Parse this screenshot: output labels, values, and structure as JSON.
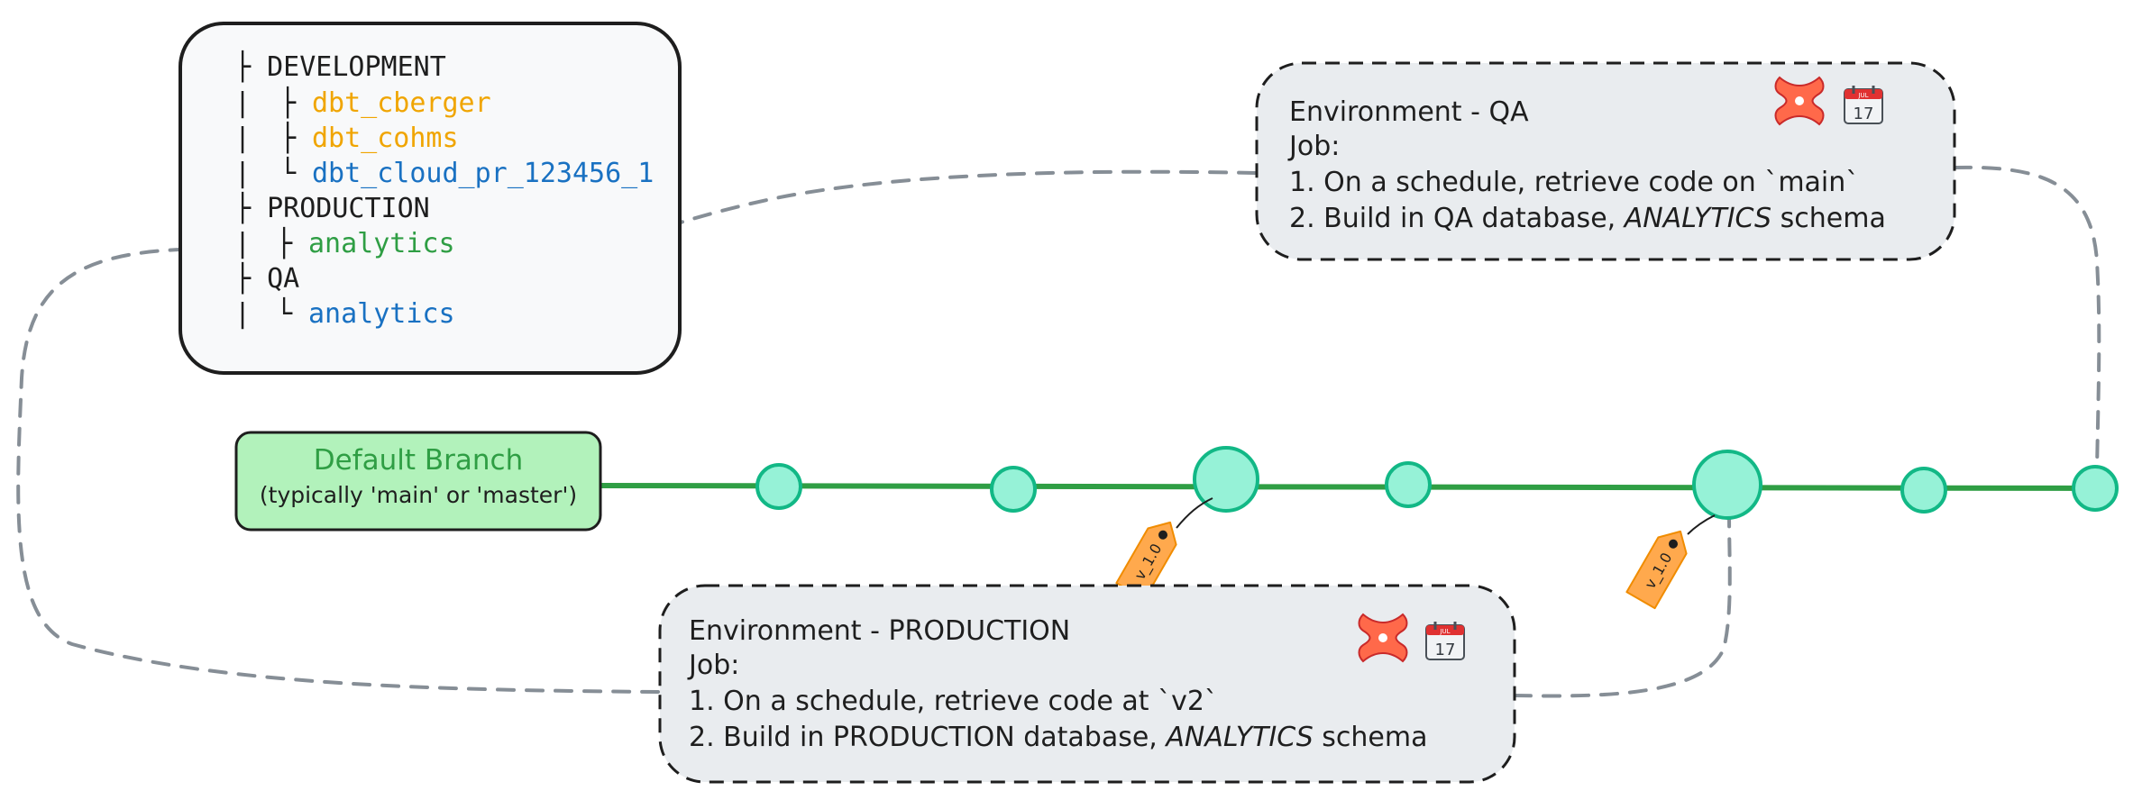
{
  "tree": {
    "development_label": "├ DEVELOPMENT",
    "dev_item_1": "dbt_cberger",
    "dev_item_2": "dbt_cohms",
    "dev_item_3": "dbt_cloud_pr_123456_1",
    "production_label": "├ PRODUCTION",
    "prod_item": "analytics",
    "qa_label": "├ QA",
    "qa_item": "analytics",
    "glyph_tee": "├",
    "glyph_corner": "└",
    "glyph_pipe": "|"
  },
  "branch": {
    "title": "Default Branch",
    "subtitle": "(typically 'main' or 'master')"
  },
  "env_qa": {
    "title": "Environment - QA",
    "job_label": "Job:",
    "step_1": "1. On a schedule, retrieve code on `main`",
    "step_2_prefix": "2. Build in QA database, ",
    "step_2_schema": "ANALYTICS",
    "step_2_suffix": " schema",
    "calendar_month": "JUL",
    "calendar_day": "17"
  },
  "env_prod": {
    "title": "Environment - PRODUCTION",
    "job_label": "Job:",
    "step_1": "1. On a schedule, retrieve code at `v2`",
    "step_2_prefix": "2. Build in PRODUCTION database, ",
    "step_2_schema": "ANALYTICS",
    "step_2_suffix": " schema",
    "calendar_month": "JUL",
    "calendar_day": "17"
  },
  "tags": {
    "tag_1": "v_1.0",
    "tag_2": "v_1.0"
  },
  "colors": {
    "dev_orange": "#f0a500",
    "blue": "#1971c2",
    "green": "#2f9e44",
    "commit_fill": "#96f2d7",
    "commit_stroke": "#12b886",
    "tag_fill": "#ffa94d",
    "dbt_orange": "#ff694a",
    "box_fill": "#e9ecef",
    "branch_fill": "#b2f2bb",
    "connector_gray": "#868e96"
  },
  "icons": {
    "dbt": "dbt-logo-icon",
    "calendar": "calendar-icon"
  }
}
